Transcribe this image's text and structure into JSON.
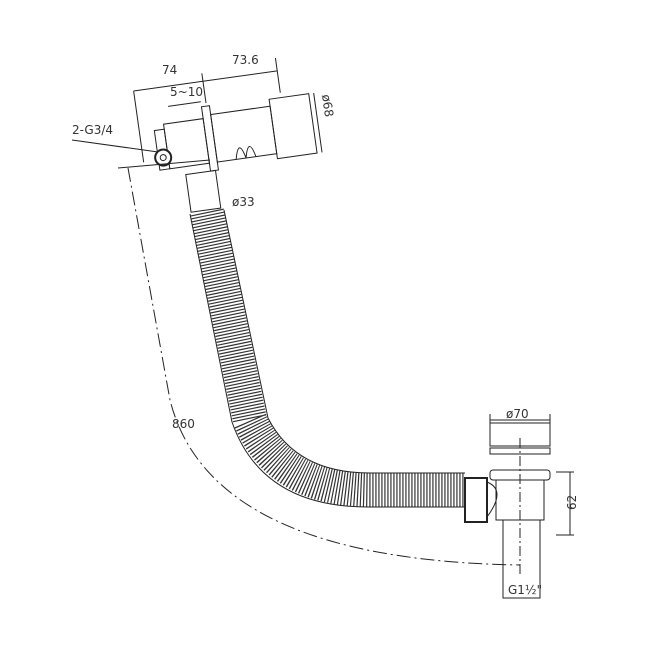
{
  "diagram": {
    "title": "Bath filler waste with flexible overflow hose - technical drawing",
    "line_color": "#222222",
    "background": "#ffffff",
    "dimensions": {
      "body_length": "74",
      "head_length": "73.6",
      "flange_thickness": "5~10",
      "head_diameter": "ø68",
      "inlet_thread": "2-G3/4",
      "hose_diameter": "ø33",
      "hose_length": "860",
      "waste_diameter": "ø70",
      "waste_height": "62",
      "waste_thread": "G1½\""
    }
  }
}
